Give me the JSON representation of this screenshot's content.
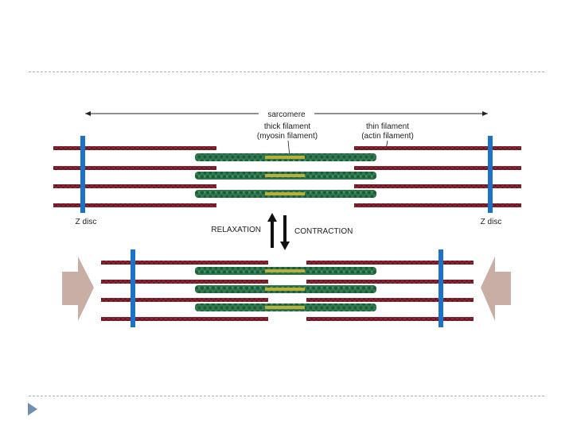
{
  "labels": {
    "sarcomere": "sarcomere",
    "thick_filament": "thick filament",
    "thick_filament_sub": "(myosin filament)",
    "thin_filament": "thin filament",
    "thin_filament_sub": "(actin filament)",
    "z_disc_left": "Z disc",
    "z_disc_right": "Z disc",
    "relaxation": "RELAXATION",
    "contraction": "CONTRACTION"
  },
  "colors": {
    "actin": "#7a1f2b",
    "myosin": "#2f7a4e",
    "myosin_dark": "#1e5a37",
    "myosin_core": "#b8b03a",
    "z_disc": "#1a73c9",
    "compression_arrow": "#c9aea6",
    "rule": "#a9b4be",
    "nav_arrow": "#6f8fb0"
  },
  "icons": {
    "nav": "play-triangle-icon",
    "transition": "double-arrow-icon"
  }
}
